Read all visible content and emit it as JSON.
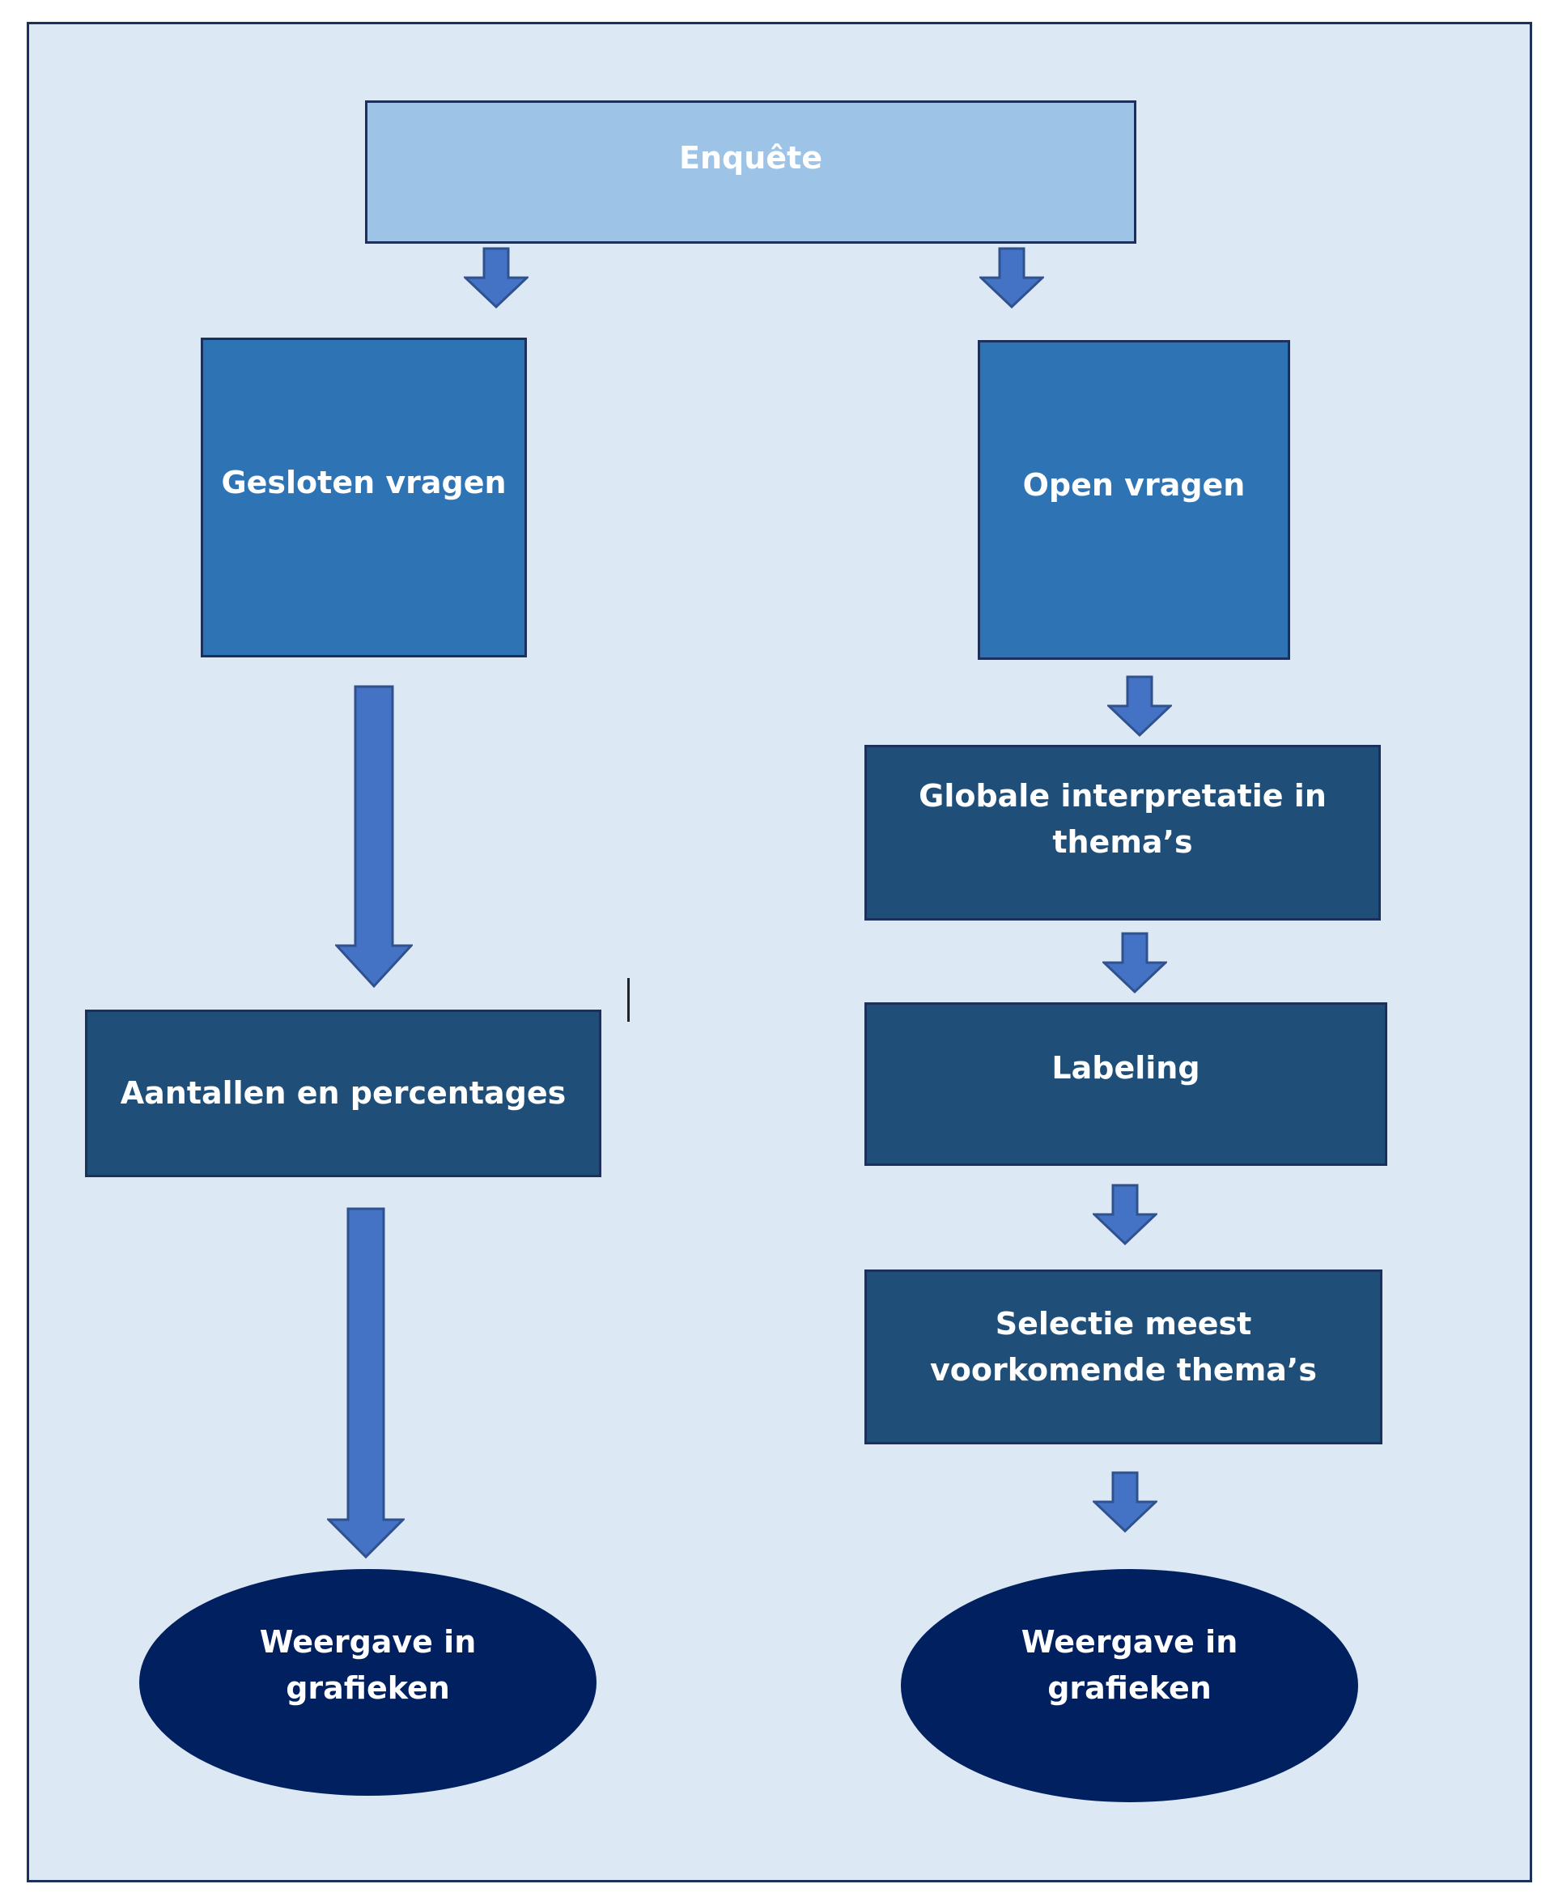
{
  "nodes": {
    "enquete": "Enquête",
    "gesloten": "Gesloten vragen",
    "open": "Open vragen",
    "aantallen": "Aantallen en percentages",
    "globale": "Globale interpretatie in\nthema’s",
    "labeling": "Labeling",
    "selectie": "Selectie meest\nvoorkomende thema’s",
    "weergave_left": "Weergave in\ngrafieken",
    "weergave_right": "Weergave in\ngrafieken"
  },
  "colors": {
    "background": "#dde8f5",
    "frame": "#1d2f5b",
    "top_box": "#9dc3e6",
    "question_boxes": "#2e74b5",
    "process_boxes": "#1f4e79",
    "result_ellipses": "#002060",
    "arrows": "#4472c4"
  }
}
